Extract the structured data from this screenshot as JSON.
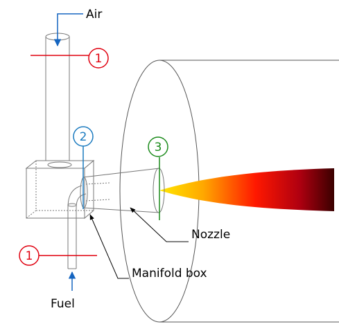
{
  "labels": {
    "air": "Air",
    "fuel": "Fuel",
    "nozzle": "Nozzle",
    "manifold_box": "Manifold box"
  },
  "markers": {
    "air_section": "1",
    "fuel_section": "1",
    "manifold_section": "2",
    "nozzle_section": "3"
  },
  "colors": {
    "section_1": "#e0000f",
    "section_2": "#1a7abf",
    "section_3": "#1a8a1a",
    "flow_arrow": "#1565c0",
    "outline": "#7a7a7a",
    "flame_start": "#ffe000",
    "flame_mid": "#ff1a00",
    "flame_end": "#4a0000"
  }
}
